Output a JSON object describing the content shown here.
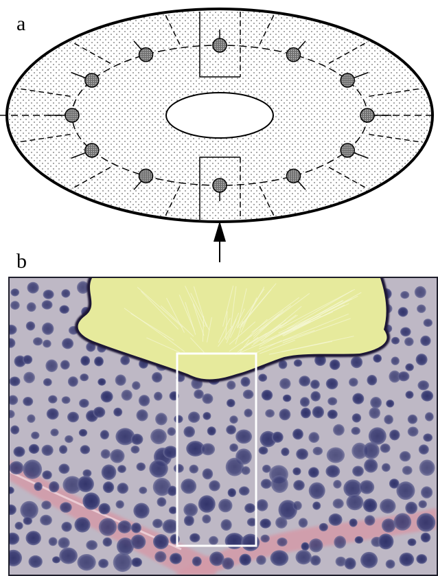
{
  "panels": {
    "a": {
      "label": "a",
      "cell_count": 12
    },
    "b": {
      "label": "b"
    }
  },
  "colors": {
    "outline": "#000000",
    "stipple": "#6a6a6a",
    "cell_fill": "#8a8a8a",
    "tissue_bg": "#b8b7c7",
    "nucleus": "#3d3f76",
    "lumen": "#e6ea9c",
    "lumen_edge": "#1c1836",
    "connective": "#d49aa8",
    "highlight_box": "#ffffff"
  }
}
